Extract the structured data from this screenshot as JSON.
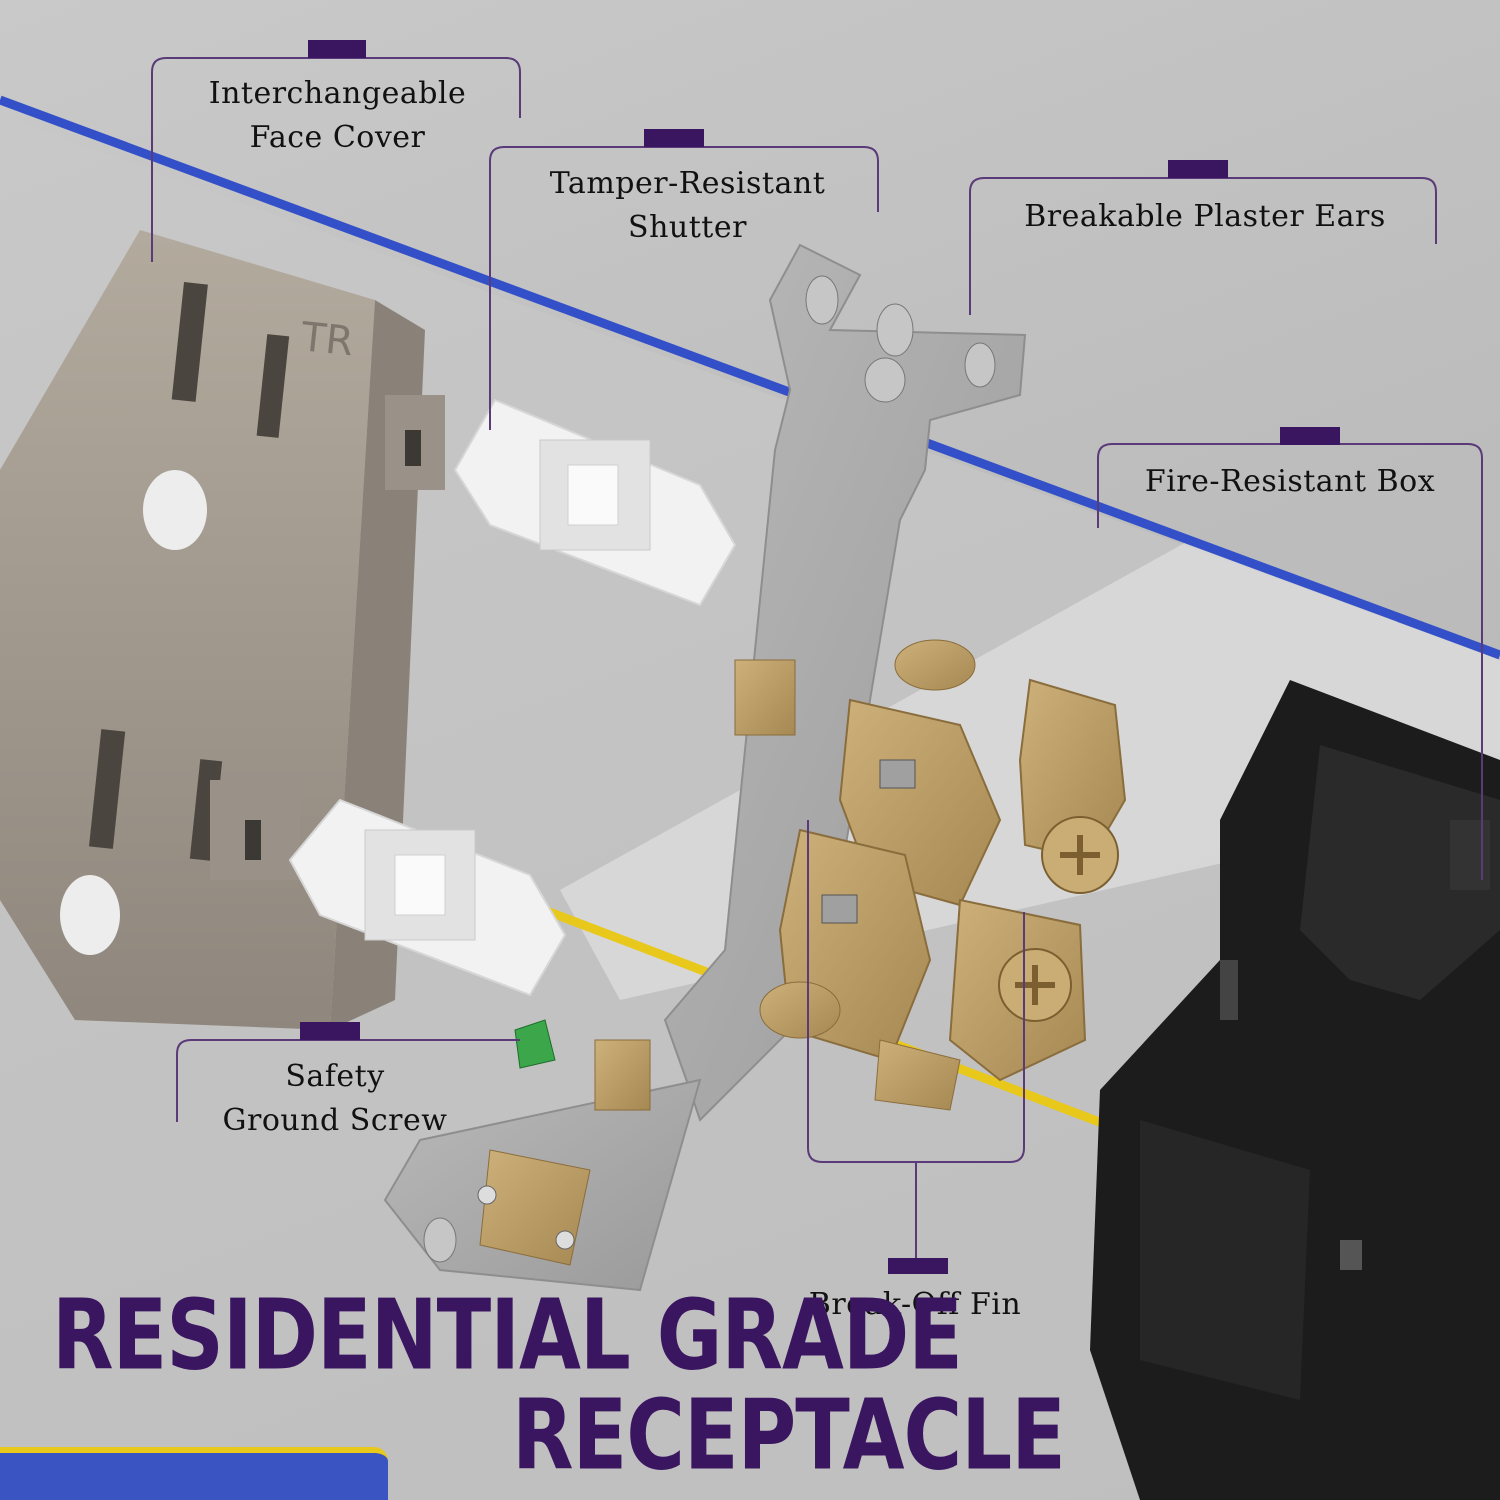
{
  "labels": {
    "face_cover": "Interchangeable\nFace Cover",
    "shutter": "Tamper-Resistant\nShutter",
    "plaster_ears": "Breakable Plaster Ears",
    "fire_box": "Fire-Resistant Box",
    "ground_screw": "Safety\nGround Screw",
    "break_off_fin": "Break-Off Fin"
  },
  "title": {
    "line1": "RESIDENTIAL GRADE",
    "line2": "RECEPTACLE"
  },
  "marks": {
    "tr": "TR"
  },
  "colors": {
    "accent_purple": "#3b1660",
    "callout_line": "#5a3a78",
    "blue_stripe": "#3350c8",
    "yellow_stripe": "#e8c81a",
    "cover_color": "#a89f94",
    "brass": "#b99a66",
    "steel": "#a9a9a9",
    "box_black": "#1c1c1c"
  }
}
